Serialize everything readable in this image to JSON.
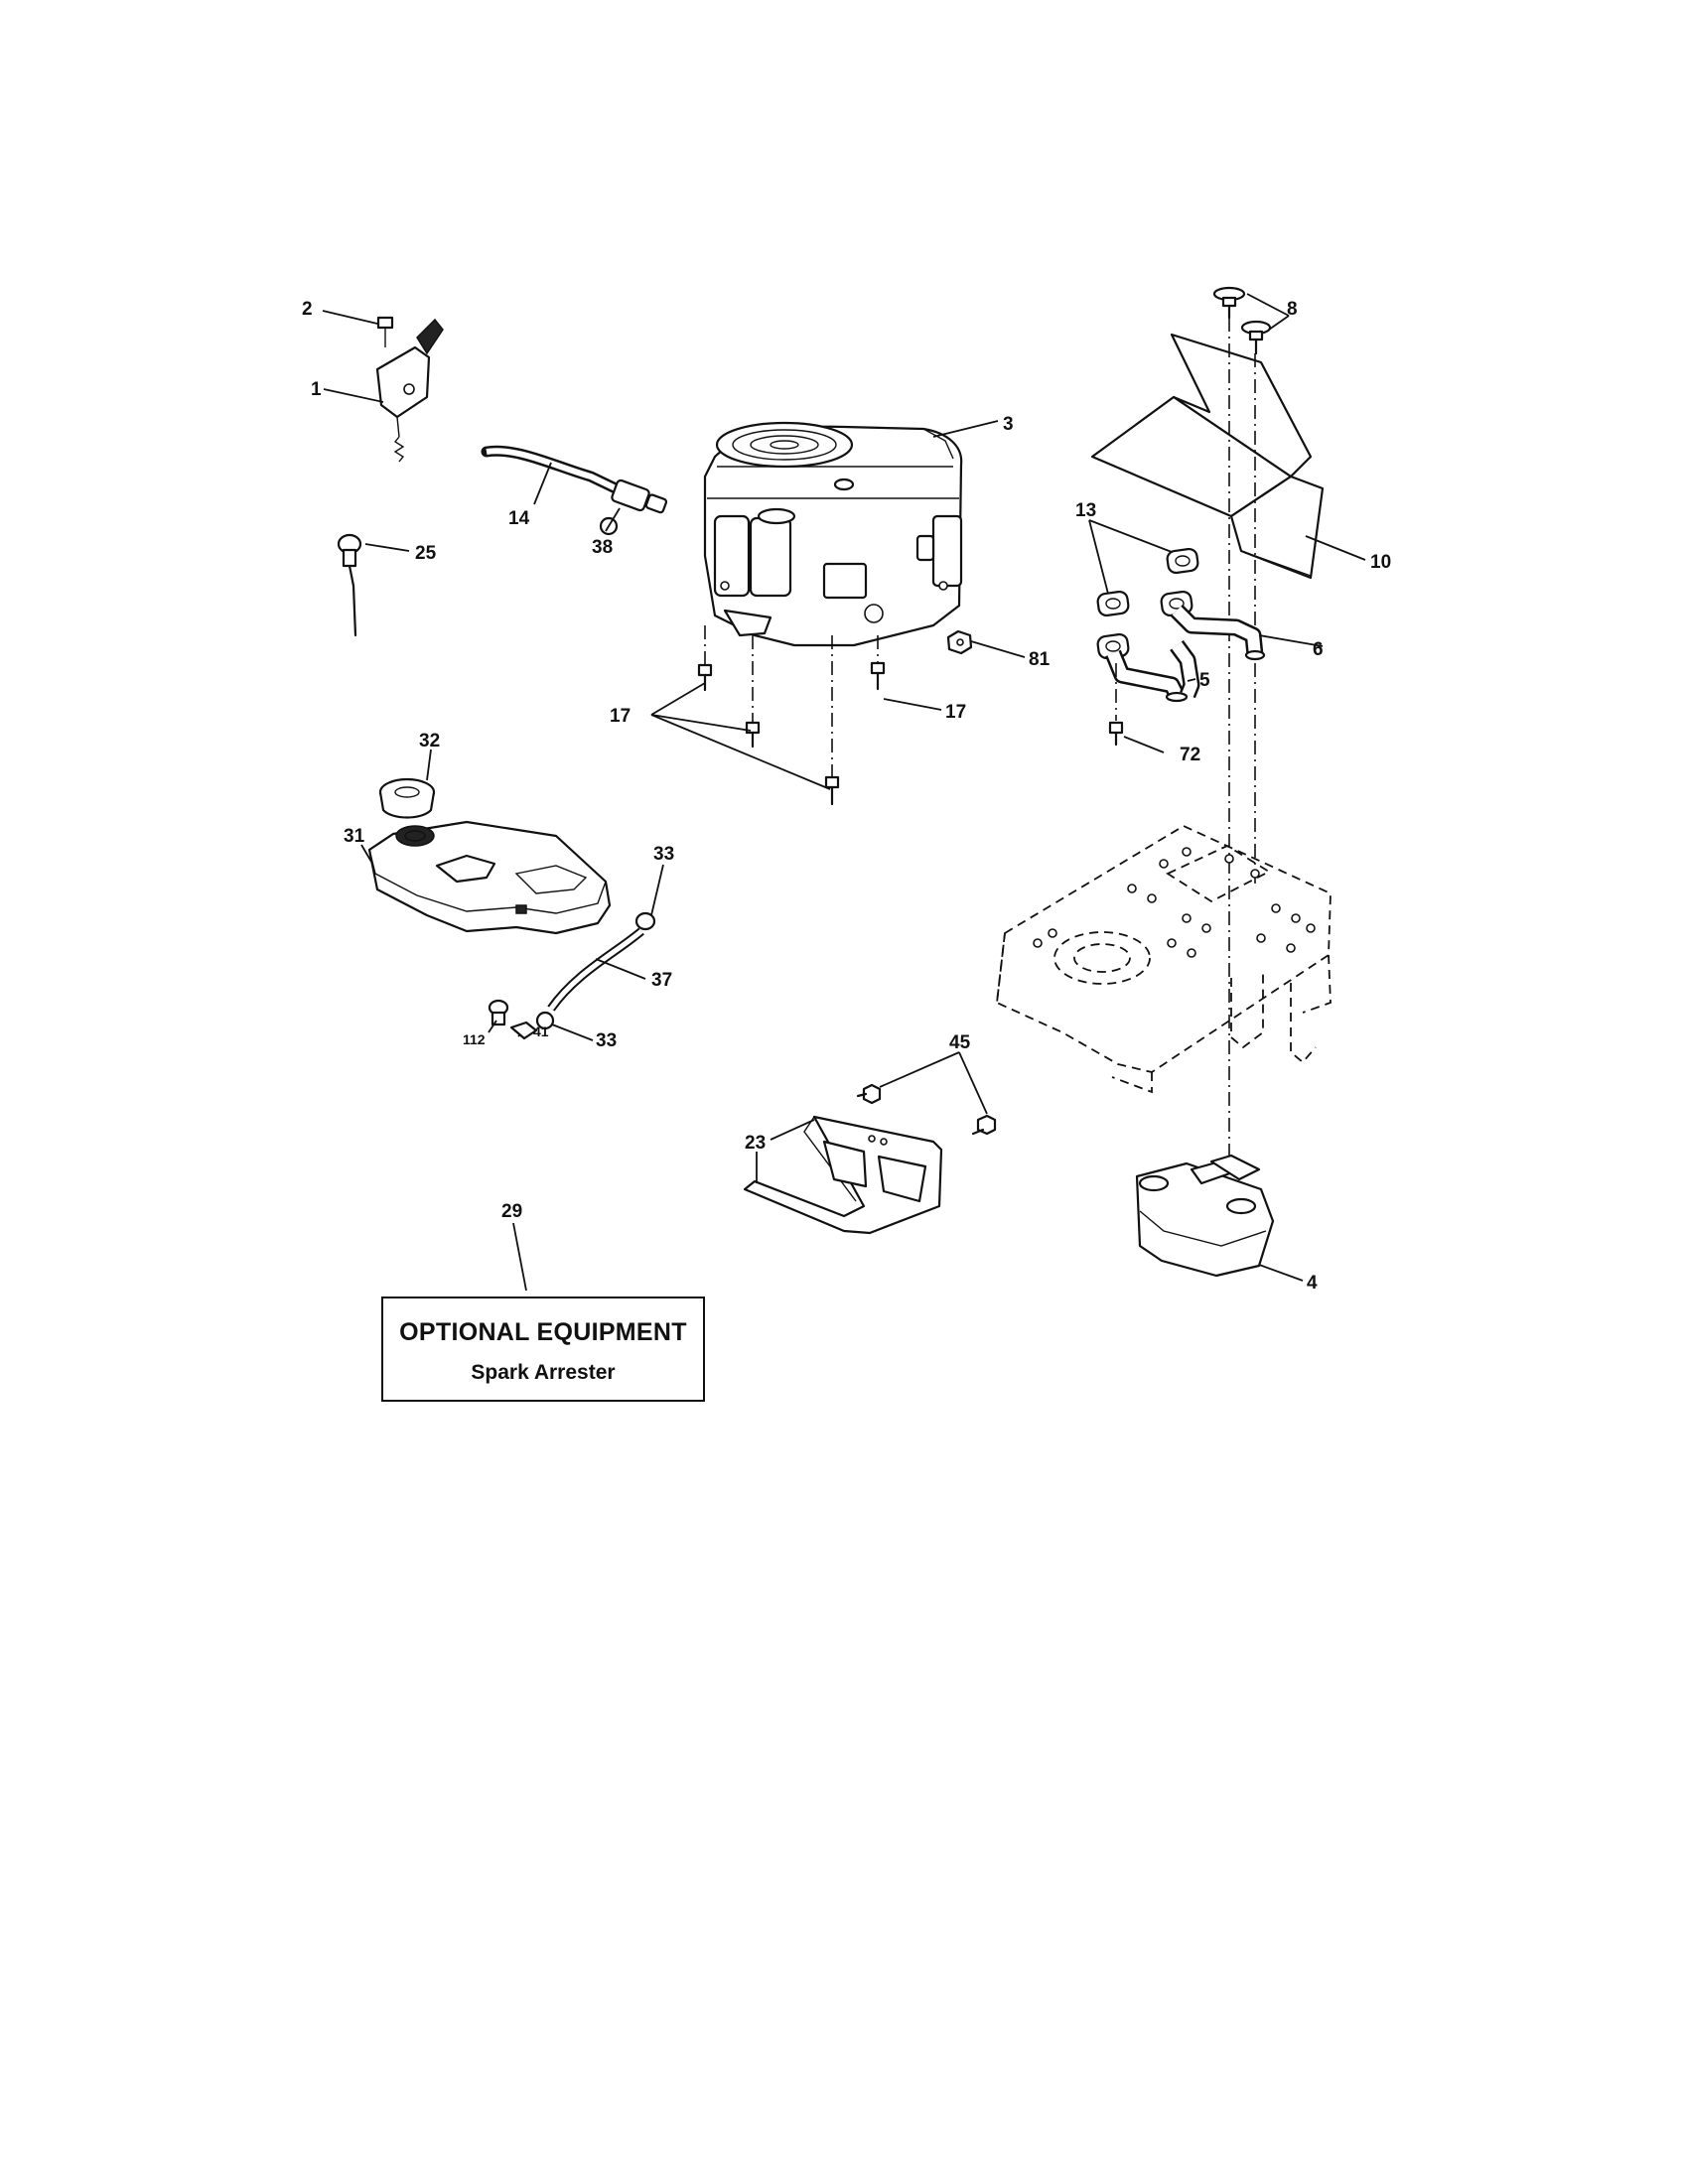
{
  "callouts": {
    "c1": "1",
    "c2": "2",
    "c3": "3",
    "c4": "4",
    "c5": "5",
    "c6": "6",
    "c8": "8",
    "c10": "10",
    "c13": "13",
    "c14": "14",
    "c17a": "17",
    "c17b": "17",
    "c23": "23",
    "c25": "25",
    "c29": "29",
    "c31": "31",
    "c32": "32",
    "c33a": "33",
    "c33b": "33",
    "c37": "37",
    "c38": "38",
    "c41": "41",
    "c45": "45",
    "c72": "72",
    "c81": "81",
    "c112": "112"
  },
  "optional_box": {
    "title": "OPTIONAL EQUIPMENT",
    "subtitle": "Spark Arrester"
  }
}
